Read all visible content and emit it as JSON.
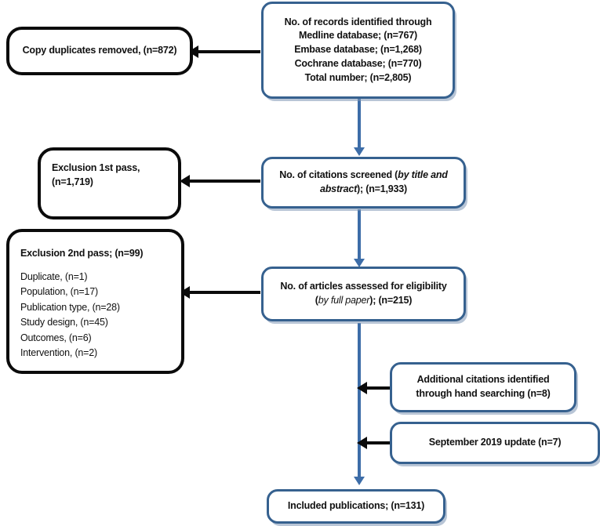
{
  "diagram": {
    "title": "PRISMA study selection flow diagram",
    "colors": {
      "blue_border": "#36618F",
      "blue_arrow": "#3D6DA8",
      "black_border": "#0b0b0b",
      "black_arrow": "#0b0b0b",
      "background": "#ffffff"
    },
    "nodes": {
      "records_identified": {
        "name": "records-identified-box",
        "style": "blue",
        "lines": [
          "No. of records identified through",
          "Medline database; (n=767)",
          "Embase database; (n=1,268)",
          "Cochrane database; (n=770)",
          "Total number; (n=2,805)"
        ],
        "counts": {
          "medline": 767,
          "embase": 1268,
          "cochrane": 770,
          "total": 2805
        }
      },
      "duplicates_removed": {
        "name": "duplicates-removed-box",
        "style": "black",
        "label": "Copy duplicates removed, (n=872)",
        "count": 872
      },
      "citations_screened": {
        "name": "citations-screened-box",
        "style": "blue",
        "prefix": "No. of citations screened (",
        "emphasis": "by title and abstract",
        "suffix": "); (n=1,933)",
        "count": 1933
      },
      "exclusion_first_pass": {
        "name": "exclusion-first-pass-box",
        "style": "black",
        "line1": "Exclusion 1st pass,",
        "line2": "(n=1,719)",
        "count": 1719
      },
      "articles_eligibility": {
        "name": "articles-eligibility-box",
        "style": "blue",
        "prefix": "No. of articles assessed for eligibility (",
        "emphasis": "by full paper",
        "suffix": "); (n=215)",
        "count": 215
      },
      "exclusion_second_pass": {
        "name": "exclusion-second-pass-box",
        "style": "black",
        "heading": "Exclusion 2nd pass; (n=99)",
        "count": 99,
        "reasons": [
          {
            "label": "Duplicate, (n=1)",
            "reason": "Duplicate",
            "count": 1
          },
          {
            "label": "Population, (n=17)",
            "reason": "Population",
            "count": 17
          },
          {
            "label": "Publication type, (n=28)",
            "reason": "Publication type",
            "count": 28
          },
          {
            "label": "Study design, (n=45)",
            "reason": "Study design",
            "count": 45
          },
          {
            "label": "Outcomes, (n=6)",
            "reason": "Outcomes",
            "count": 6
          },
          {
            "label": "Intervention, (n=2)",
            "reason": "Intervention",
            "count": 2
          }
        ]
      },
      "hand_searching": {
        "name": "hand-searching-box",
        "style": "blue",
        "line1": "Additional citations identified",
        "line2": "through hand searching (n=8)",
        "count": 8
      },
      "september_update": {
        "name": "september-update-box",
        "style": "blue",
        "label": "September 2019 update (n=7)",
        "count": 7
      },
      "included_publications": {
        "name": "included-publications-box",
        "style": "blue",
        "label": "Included publications; (n=131)",
        "count": 131
      }
    },
    "edges": [
      {
        "from": "records_identified",
        "to": "duplicates_removed",
        "direction": "left",
        "color": "black"
      },
      {
        "from": "records_identified",
        "to": "citations_screened",
        "direction": "down",
        "color": "blue"
      },
      {
        "from": "citations_screened",
        "to": "exclusion_first_pass",
        "direction": "left",
        "color": "black"
      },
      {
        "from": "citations_screened",
        "to": "articles_eligibility",
        "direction": "down",
        "color": "blue"
      },
      {
        "from": "articles_eligibility",
        "to": "exclusion_second_pass",
        "direction": "left",
        "color": "black"
      },
      {
        "from": "articles_eligibility",
        "to": "included_publications",
        "direction": "down",
        "color": "blue"
      },
      {
        "from": "hand_searching",
        "to": "included_publications",
        "direction": "left",
        "color": "black"
      },
      {
        "from": "september_update",
        "to": "included_publications",
        "direction": "left",
        "color": "black"
      }
    ]
  }
}
